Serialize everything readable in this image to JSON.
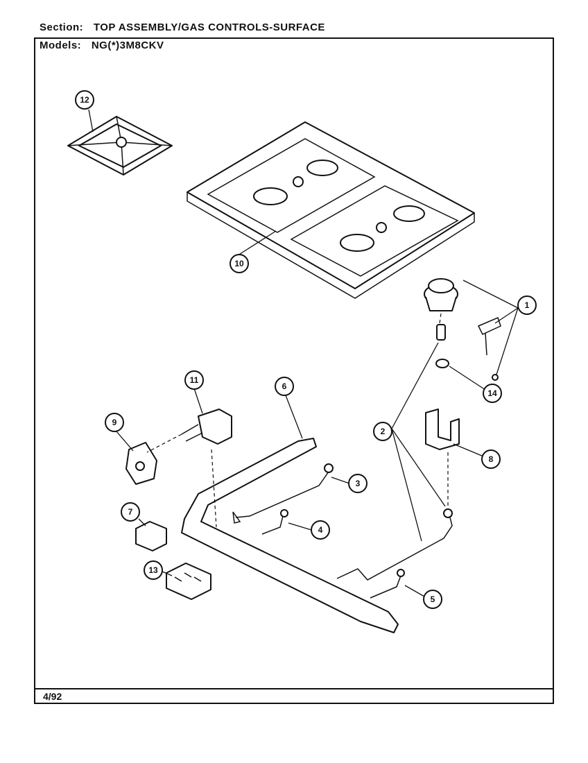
{
  "header": {
    "section_label": "Section:",
    "section_value": "TOP ASSEMBLY/GAS CONTROLS-SURFACE",
    "models_label": "Models:",
    "models_value": "NG(*)3M8CKV"
  },
  "footer": {
    "date": "4/92"
  },
  "callouts": [
    "1",
    "2",
    "3",
    "4",
    "5",
    "6",
    "7",
    "8",
    "9",
    "10",
    "11",
    "12",
    "13",
    "14"
  ]
}
